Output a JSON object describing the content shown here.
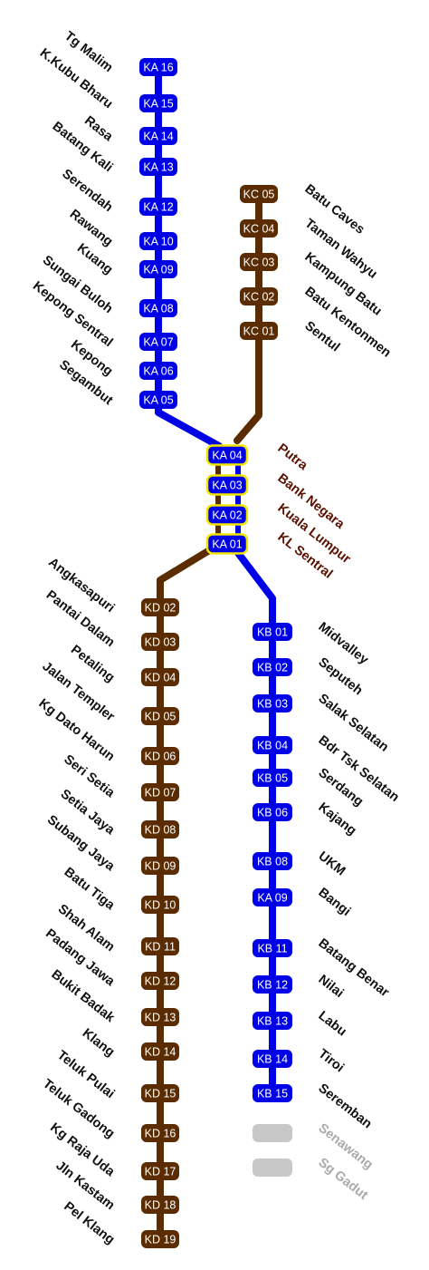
{
  "colors": {
    "blue_line": "#0000e6",
    "brown_line": "#5a2c00",
    "grey_future": "#c8c8c8",
    "interchange_border": "#f2e600",
    "label_dark": "#111111",
    "label_core": "#5a1000",
    "label_future": "#aaaaaa"
  },
  "lines": {
    "ka_north": [
      {
        "code": "KA 16",
        "name": "Tg Malim"
      },
      {
        "code": "KA 15",
        "name": "K.Kubu Bharu"
      },
      {
        "code": "KA 14",
        "name": "Rasa"
      },
      {
        "code": "KA 13",
        "name": "Batang Kali"
      },
      {
        "code": "KA 12",
        "name": "Serendah"
      },
      {
        "code": "KA 10",
        "name": "Rawang"
      },
      {
        "code": "KA 09",
        "name": "Kuang"
      },
      {
        "code": "KA 08",
        "name": "Sungai Buloh"
      },
      {
        "code": "KA 07",
        "name": "Kepong Sentral"
      },
      {
        "code": "KA 06",
        "name": "Kepong"
      },
      {
        "code": "KA 05",
        "name": "Segambut"
      }
    ],
    "kc": [
      {
        "code": "KC 05",
        "name": "Batu Caves"
      },
      {
        "code": "KC 04",
        "name": "Taman Wahyu"
      },
      {
        "code": "KC 03",
        "name": "Kampung Batu"
      },
      {
        "code": "KC 02",
        "name": "Batu Kentonmen"
      },
      {
        "code": "KC 01",
        "name": "Sentul"
      }
    ],
    "core": [
      {
        "code": "KA 04",
        "name": "Putra"
      },
      {
        "code": "KA 03",
        "name": "Bank Negara"
      },
      {
        "code": "KA 02",
        "name": "Kuala Lumpur"
      },
      {
        "code": "KA 01",
        "name": "KL Sentral"
      }
    ],
    "kd": [
      {
        "code": "KD 02",
        "name": "Angkasapuri"
      },
      {
        "code": "KD 03",
        "name": "Pantai Dalam"
      },
      {
        "code": "KD 04",
        "name": "Petaling"
      },
      {
        "code": "KD 05",
        "name": "Jalan Templer"
      },
      {
        "code": "KD 06",
        "name": "Kg Dato Harun"
      },
      {
        "code": "KD 07",
        "name": "Seri Setia"
      },
      {
        "code": "KD 08",
        "name": "Setia Jaya"
      },
      {
        "code": "KD 09",
        "name": "Subang Jaya"
      },
      {
        "code": "KD 10",
        "name": "Batu Tiga"
      },
      {
        "code": "KD 11",
        "name": "Shah Alam"
      },
      {
        "code": "KD 12",
        "name": "Padang Jawa"
      },
      {
        "code": "KD 13",
        "name": "Bukit Badak"
      },
      {
        "code": "KD 14",
        "name": "Klang"
      },
      {
        "code": "KD 15",
        "name": "Teluk Pulai"
      },
      {
        "code": "KD 16",
        "name": "Teluk Gadong"
      },
      {
        "code": "KD 17",
        "name": "Kg Raja Uda"
      },
      {
        "code": "KD 18",
        "name": "Jln Kastam"
      },
      {
        "code": "KD 19",
        "name": "Pel Klang"
      }
    ],
    "kb": [
      {
        "code": "KB 01",
        "name": "Midvalley"
      },
      {
        "code": "KB 02",
        "name": "Seputeh"
      },
      {
        "code": "KB 03",
        "name": "Salak Selatan"
      },
      {
        "code": "KB 04",
        "name": "Bdr Tsk Selatan"
      },
      {
        "code": "KB 05",
        "name": "Serdang"
      },
      {
        "code": "KB 06",
        "name": "Kajang"
      },
      {
        "code": "KB 08",
        "name": "UKM"
      },
      {
        "code": "KA 09",
        "name": "Bangi"
      },
      {
        "code": "KB 11",
        "name": "Batang Benar"
      },
      {
        "code": "KB 12",
        "name": "Nilai"
      },
      {
        "code": "KB 13",
        "name": "Labu"
      },
      {
        "code": "KB 14",
        "name": "Tiroi"
      },
      {
        "code": "KB 15",
        "name": "Seremban"
      },
      {
        "code": "",
        "name": "Senawang"
      },
      {
        "code": "",
        "name": "Sg Gadut"
      }
    ]
  }
}
